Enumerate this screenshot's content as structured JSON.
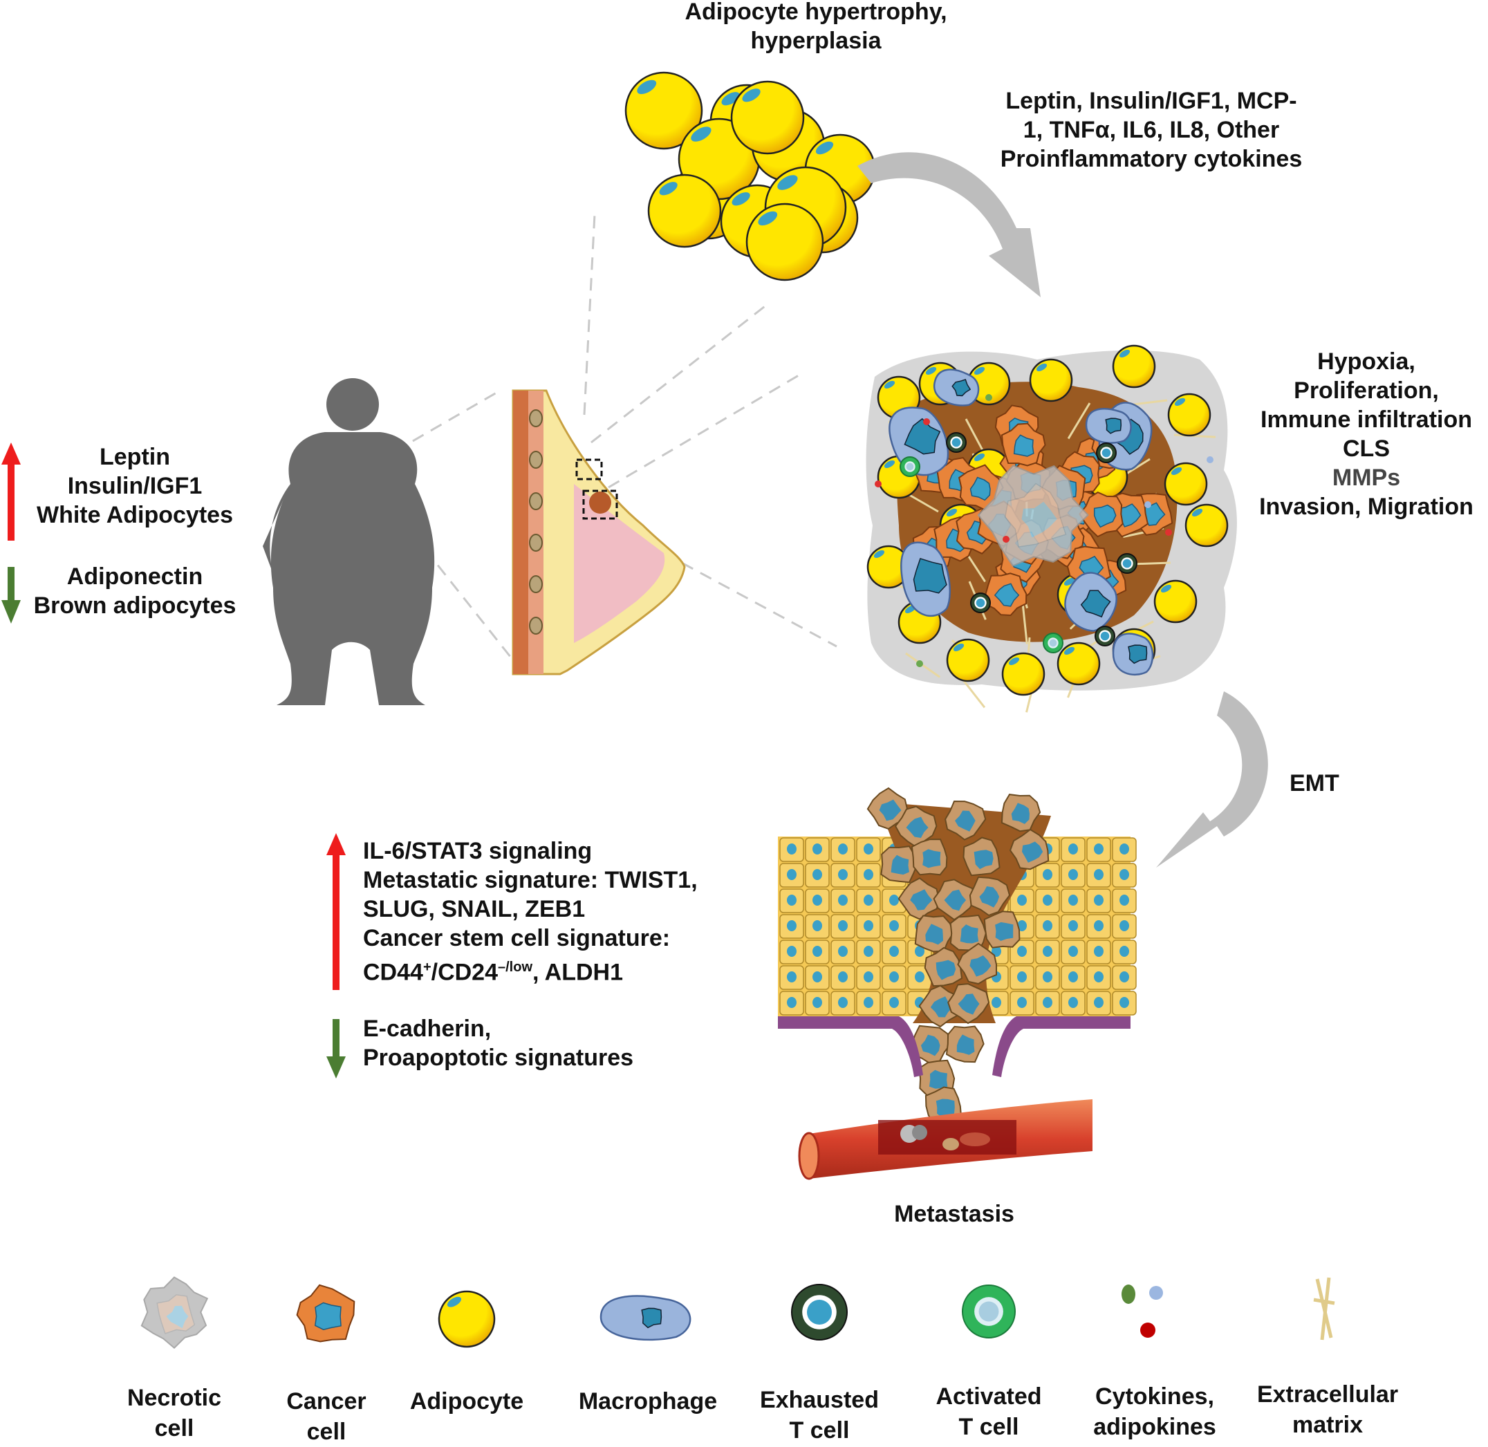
{
  "colors": {
    "adipocyte": "#ffe600",
    "adipocyte_shade": "#e8a800",
    "nucleus": "#3aa0c8",
    "cancer": "#e8843a",
    "macrophage": "#9ab4dc",
    "stroma": "#9a5a22",
    "ecm": "#e8d7a0",
    "tumor_bg": "#d9d9d9",
    "silhouette": "#6b6b6b",
    "up_arrow": "#ee1c1c",
    "down_arrow": "#4b7d32",
    "curved_arrow": "#bdbdbd",
    "epithelium": "#f5c955",
    "vessel": "#d8412c"
  },
  "labels": {
    "hypertrophy": [
      "Adipocyte hypertrophy,",
      "hyperplasia"
    ],
    "cytokines": [
      "Leptin, Insulin/IGF1, MCP-",
      "1, TNFα, IL6, IL8, Other",
      "Proinflammatory cytokines"
    ],
    "tumor": [
      "Hypoxia,",
      "Proliferation,",
      "Immune infiltration",
      "CLS",
      "MMPs",
      "Invasion, Migration"
    ],
    "emt": "EMT",
    "metastasis": "Metastasis",
    "obesity_up": [
      "Leptin",
      "Insulin/IGF1",
      "White Adipocytes"
    ],
    "obesity_down": [
      "Adiponectin",
      "Brown adipocytes"
    ],
    "signaling_up": [
      "IL-6/STAT3 signaling",
      "Metastatic signature: TWIST1,",
      "SLUG, SNAIL, ZEB1",
      "Cancer stem cell signature:",
      "CD44",
      "+",
      "/CD24",
      "–/low",
      ", ALDH1"
    ],
    "signaling_down": [
      "E-cadherin,",
      "Proapoptotic signatures"
    ]
  },
  "legend": [
    {
      "icon": "necrotic-cell-icon",
      "lines": [
        "Necrotic",
        "cell"
      ]
    },
    {
      "icon": "cancer-cell-icon",
      "lines": [
        "Cancer",
        "cell"
      ]
    },
    {
      "icon": "adipocyte-icon",
      "lines": [
        "Adipocyte"
      ]
    },
    {
      "icon": "macrophage-icon",
      "lines": [
        "Macrophage"
      ]
    },
    {
      "icon": "exhausted-t-cell-icon",
      "lines": [
        "Exhausted",
        "T cell"
      ]
    },
    {
      "icon": "activated-t-cell-icon",
      "lines": [
        "Activated",
        "T cell"
      ]
    },
    {
      "icon": "cytokines-icon",
      "lines": [
        "Cytokines,",
        "adipokines"
      ]
    },
    {
      "icon": "extracellular-matrix-icon",
      "lines": [
        "Extracellular",
        "matrix"
      ]
    }
  ]
}
